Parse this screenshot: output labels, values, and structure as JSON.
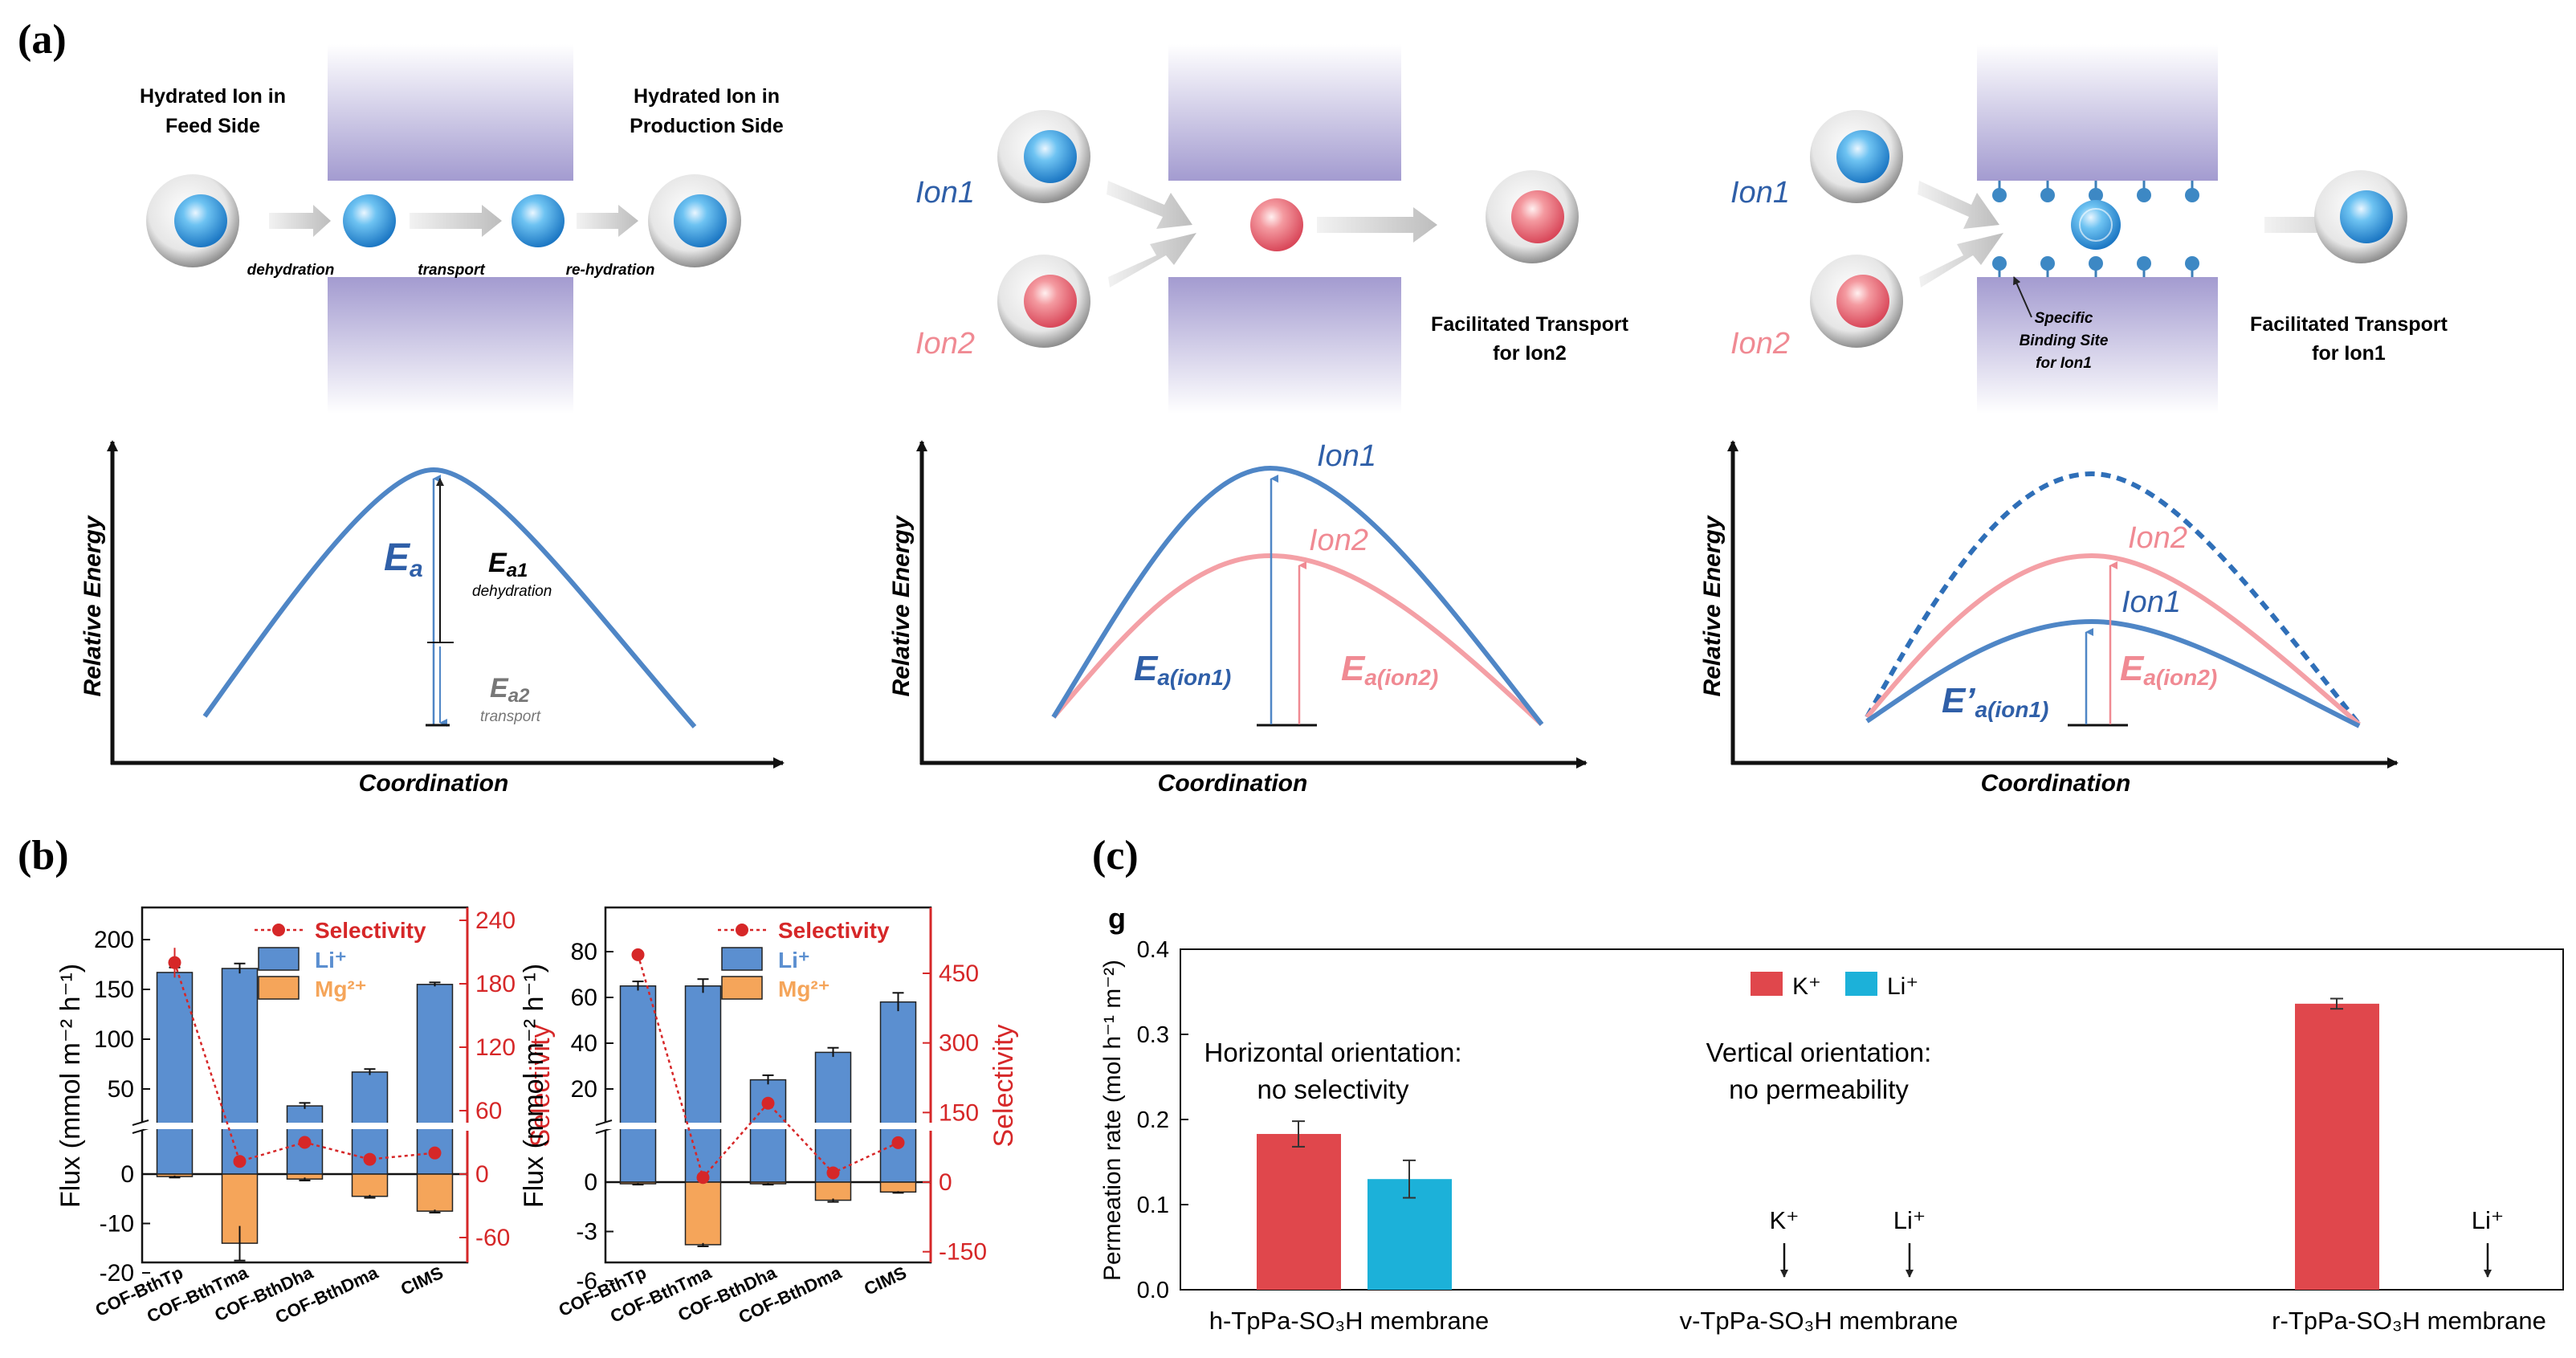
{
  "panel_labels": {
    "a": "(a)",
    "b": "(b)",
    "c": "(c)"
  },
  "panel_a": {
    "schematic1": {
      "feed_label_1": "Hydrated Ion in",
      "feed_label_2": "Feed Side",
      "prod_label_1": "Hydrated Ion in",
      "prod_label_2": "Production Side",
      "step1": "dehydration",
      "step2": "transport",
      "step3": "re-hydration"
    },
    "schematic2": {
      "ion1": "Ion1",
      "ion2": "Ion2",
      "caption_1": "Facilitated Transport",
      "caption_2": "for Ion2"
    },
    "schematic3": {
      "ion1": "Ion1",
      "ion2": "Ion2",
      "site_1": "Specific",
      "site_2": "Binding Site",
      "site_3": "for Ion1",
      "caption_1": "Facilitated Transport",
      "caption_2": "for Ion1"
    },
    "energy_axes": {
      "ylabel": "Relative Energy",
      "xlabel": "Coordination"
    },
    "energy1": {
      "Ea": "E",
      "Ea_sub": "a",
      "Ea1": "E",
      "Ea1_sub": "a1",
      "Ea1_note": "dehydration",
      "Ea2": "E",
      "Ea2_sub": "a2",
      "Ea2_note": "transport"
    },
    "energy2": {
      "ion1": "Ion1",
      "ion2": "Ion2",
      "e1": "E",
      "e1_sub": "a(ion1)",
      "e2": "E",
      "e2_sub": "a(ion2)"
    },
    "energy3": {
      "ion1": "Ion1",
      "ion2": "Ion2",
      "e1": "E’",
      "e1_sub": "a(ion1)",
      "e2": "E",
      "e2_sub": "a(ion2)"
    }
  },
  "colors": {
    "blue_curve": "#4f86c6",
    "pink_curve": "#f4a0a6",
    "bar_li": "#5b8fd0",
    "bar_mg": "#f5a55a",
    "selectivity": "#d62728",
    "k_bar": "#e0474c",
    "li_bar": "#1cb1d9",
    "membrane": "#a8a0d0"
  },
  "chart_data": [
    {
      "type": "bar",
      "title": "",
      "categories": [
        "COF-BthTp",
        "COF-BthTma",
        "COF-BthDha",
        "COF-BthDma",
        "CIMS"
      ],
      "ylabel": "Flux (mmol m⁻² h⁻¹)",
      "y2label": "Selectivity",
      "yticks_upper": [
        "200",
        "150",
        "100",
        "50"
      ],
      "yticks_lower": [
        "0",
        "-10",
        "-20"
      ],
      "y2ticks": [
        "240",
        "180",
        "120",
        "60",
        "0",
        "-60"
      ],
      "legend": [
        "Selectivity",
        "Li⁺",
        "Mg²⁺"
      ],
      "series": [
        {
          "name": "Li⁺",
          "values": [
            167,
            171,
            33,
            67,
            155
          ],
          "errors": [
            5,
            5,
            3,
            3,
            2
          ]
        },
        {
          "name": "Mg²⁺",
          "values": [
            -0.5,
            -14,
            -1,
            -4.5,
            -7.5
          ],
          "errors": [
            0.2,
            3.5,
            0.3,
            0.3,
            0.3
          ]
        },
        {
          "name": "Selectivity",
          "axis": "right",
          "values": [
            200,
            12,
            30,
            14,
            20
          ],
          "errors": [
            14,
            0,
            0,
            0,
            0
          ]
        }
      ]
    },
    {
      "type": "bar",
      "title": "",
      "categories": [
        "COF-BthTp",
        "COF-BthTma",
        "COF-BthDha",
        "COF-BthDma",
        "CIMS"
      ],
      "ylabel": "Flux (mmol m⁻² h⁻¹)",
      "y2label": "Selectivity",
      "yticks_upper": [
        "80",
        "60",
        "40",
        "20"
      ],
      "yticks_lower": [
        "0",
        "-3",
        "-6"
      ],
      "y2ticks": [
        "450",
        "300",
        "150",
        "0",
        "-150"
      ],
      "legend": [
        "Selectivity",
        "Li⁺",
        "Mg²⁺"
      ],
      "series": [
        {
          "name": "Li⁺",
          "values": [
            65,
            65,
            24,
            36,
            58
          ],
          "errors": [
            2,
            3,
            2,
            2,
            4
          ]
        },
        {
          "name": "Mg²⁺",
          "values": [
            -0.1,
            -3.8,
            -0.1,
            -1.1,
            -0.6
          ],
          "errors": [
            0.05,
            0.1,
            0.05,
            0.1,
            0.05
          ]
        },
        {
          "name": "Selectivity",
          "axis": "right",
          "values": [
            490,
            10,
            170,
            20,
            85
          ],
          "errors": [
            5,
            0,
            0,
            0,
            0
          ]
        }
      ]
    },
    {
      "type": "bar",
      "title": "g",
      "categories": [
        "h-TpPa-SO₃H membrane",
        "v-TpPa-SO₃H membrane",
        "r-TpPa-SO₃H membrane"
      ],
      "ylabel": "Permeation rate (mol h⁻¹ m⁻²)",
      "yticks": [
        "0.0",
        "0.1",
        "0.2",
        "0.3",
        "0.4"
      ],
      "ylim": [
        0,
        0.4
      ],
      "legend": [
        "K⁺",
        "Li⁺"
      ],
      "series": [
        {
          "name": "K⁺",
          "values": [
            0.183,
            0,
            0.336
          ],
          "errors": [
            0.015,
            0,
            0.006
          ]
        },
        {
          "name": "Li⁺",
          "values": [
            0.13,
            0,
            0
          ],
          "errors": [
            0.022,
            0,
            0
          ]
        }
      ],
      "annotations": {
        "h1": "Horizontal orientation:",
        "h2": "no selectivity",
        "v1": "Vertical orientation:",
        "v2": "no permeability",
        "k_arrow": "K⁺",
        "li_arrow_v": "Li⁺",
        "li_arrow_r": "Li⁺"
      }
    }
  ]
}
